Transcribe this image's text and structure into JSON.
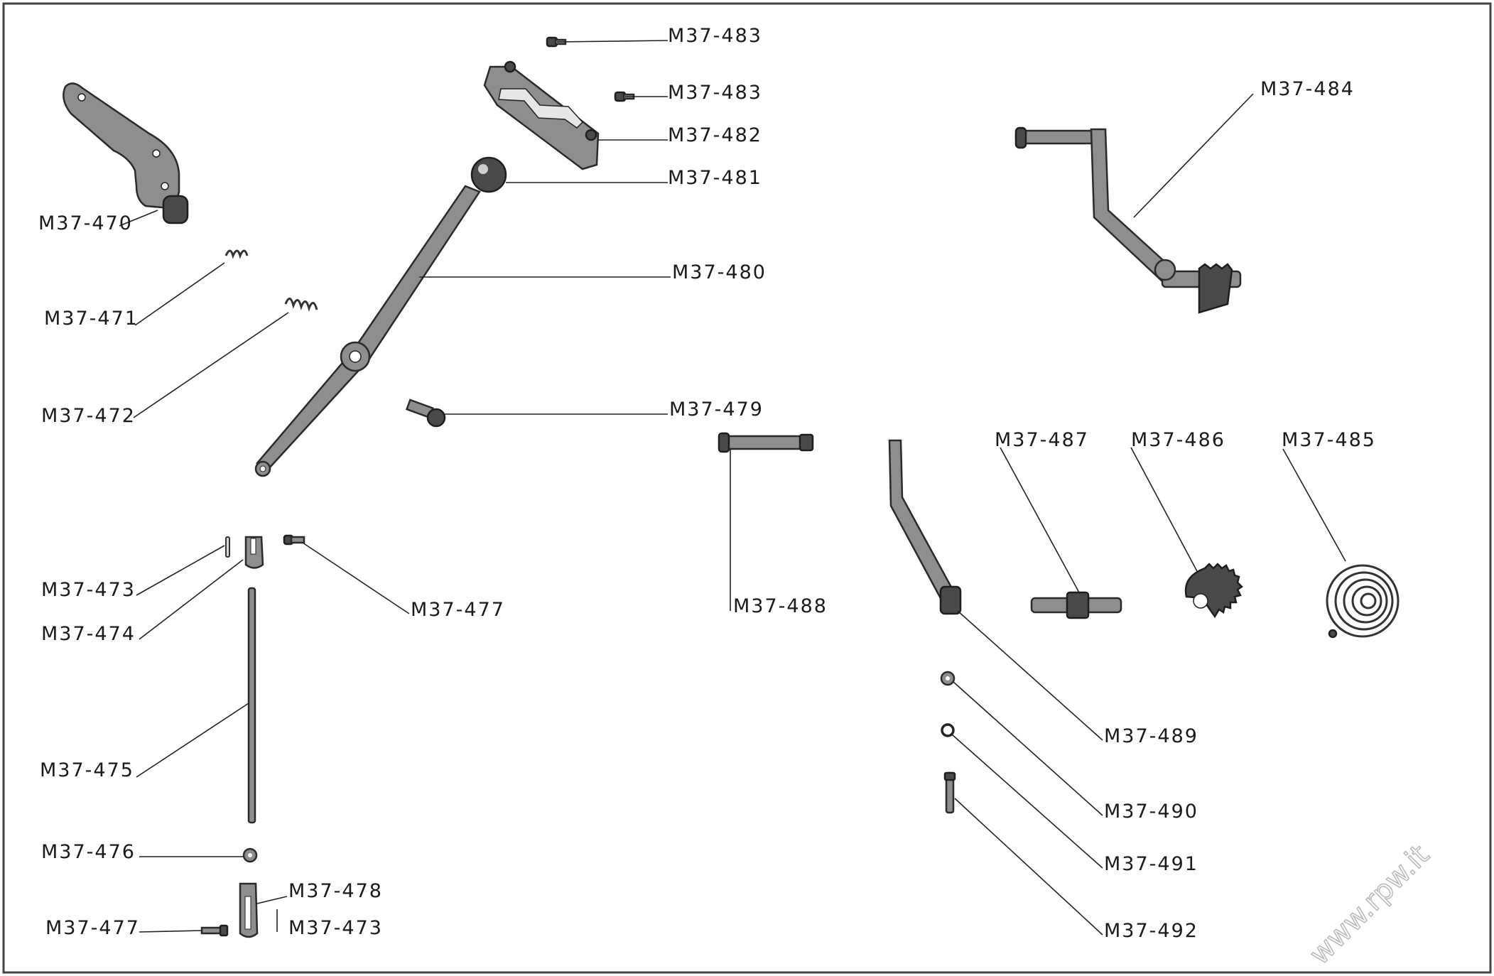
{
  "labels": {
    "m37_470": "M37-470",
    "m37_471": "M37-471",
    "m37_472": "M37-472",
    "m37_473a": "M37-473",
    "m37_474": "M37-474",
    "m37_475": "M37-475",
    "m37_476": "M37-476",
    "m37_477a": "M37-477",
    "m37_477b": "M37-477",
    "m37_478": "M37-478",
    "m37_473b": "M37-473",
    "m37_479": "M37-479",
    "m37_480": "M37-480",
    "m37_481": "M37-481",
    "m37_482": "M37-482",
    "m37_483a": "M37-483",
    "m37_483b": "M37-483",
    "m37_484": "M37-484",
    "m37_485": "M37-485",
    "m37_486": "M37-486",
    "m37_487": "M37-487",
    "m37_488": "M37-488",
    "m37_489": "M37-489",
    "m37_490": "M37-490",
    "m37_491": "M37-491",
    "m37_492": "M37-492"
  },
  "watermark": "www.rpw.it"
}
